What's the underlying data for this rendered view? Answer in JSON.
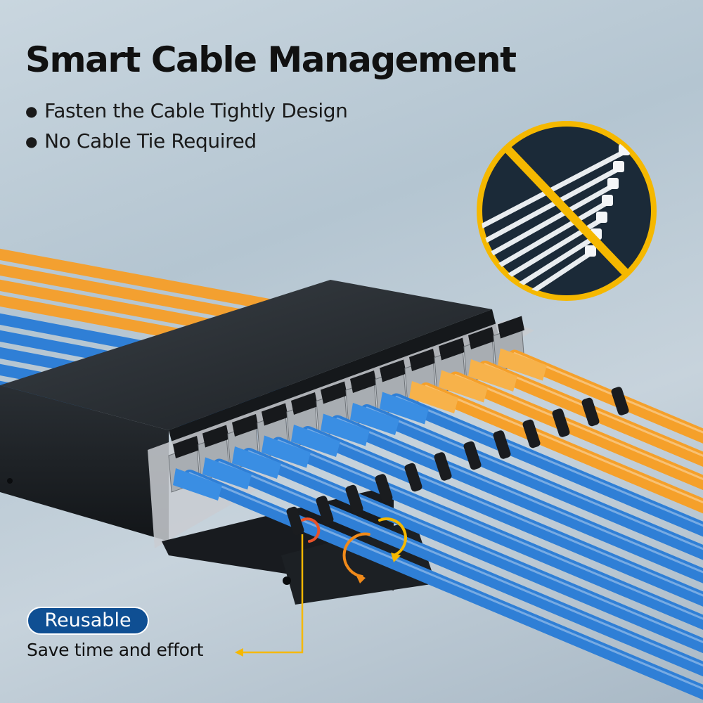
{
  "heading": {
    "title": "Smart Cable Management",
    "bullets": [
      "Fasten the Cable Tightly Design",
      "No Cable Tie Required"
    ]
  },
  "callout": {
    "badge": "Reusable",
    "caption": "Save time and effort"
  },
  "icons": {
    "bullet": "bullet-dot-icon",
    "no_cable_tie": "prohibited-cable-tie-icon",
    "rotate": "rotate-arrow-icon",
    "pointer": "arrow-left-icon"
  },
  "colors": {
    "accent": "#f5b800",
    "badge": "#0f4f93",
    "cable_blue": "#2f7fd6",
    "cable_orange": "#f5a02a",
    "panel": "#1e2226"
  }
}
